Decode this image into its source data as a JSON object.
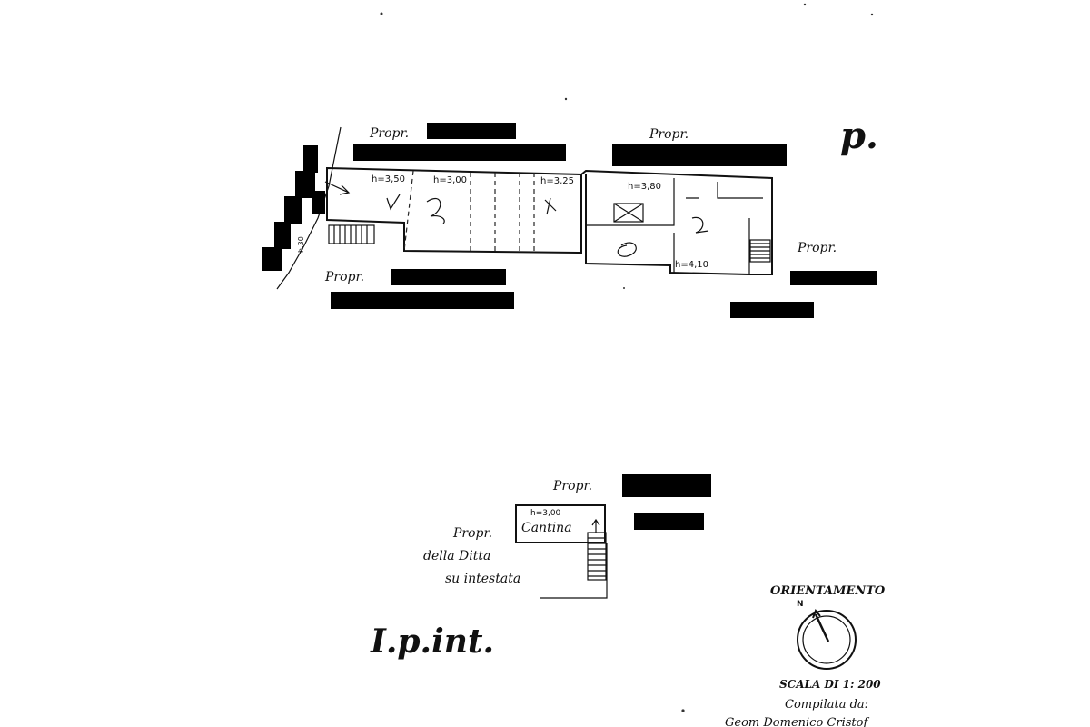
{
  "plan": {
    "ground_floor": {
      "labels": {
        "owner_top_left": "Propr.",
        "owner_top_right": "Propr.",
        "owner_bottom_left": "Propr.",
        "owner_right": "Propr.",
        "floor_mark": "p."
      },
      "heights": [
        "h=3,50",
        "h=3,00",
        "h=3,25",
        "h=3,80",
        "h=4,10"
      ],
      "side_height": "h.30"
    },
    "upper_floor": {
      "owner_top": "Propr.",
      "owner_left_1": "Propr.",
      "owner_left_2": "della Ditta",
      "owner_left_3": "su intestata",
      "room_height": "h=3,00",
      "room_name": "Cantina",
      "floor_mark": "I.p.int."
    },
    "legend": {
      "orientation_title": "ORIENTAMENTO",
      "north": "N",
      "scale": "SCALA DI 1: 200",
      "compiled_by": "Compilata da:",
      "author": "Geom Domenico Cristof"
    }
  }
}
